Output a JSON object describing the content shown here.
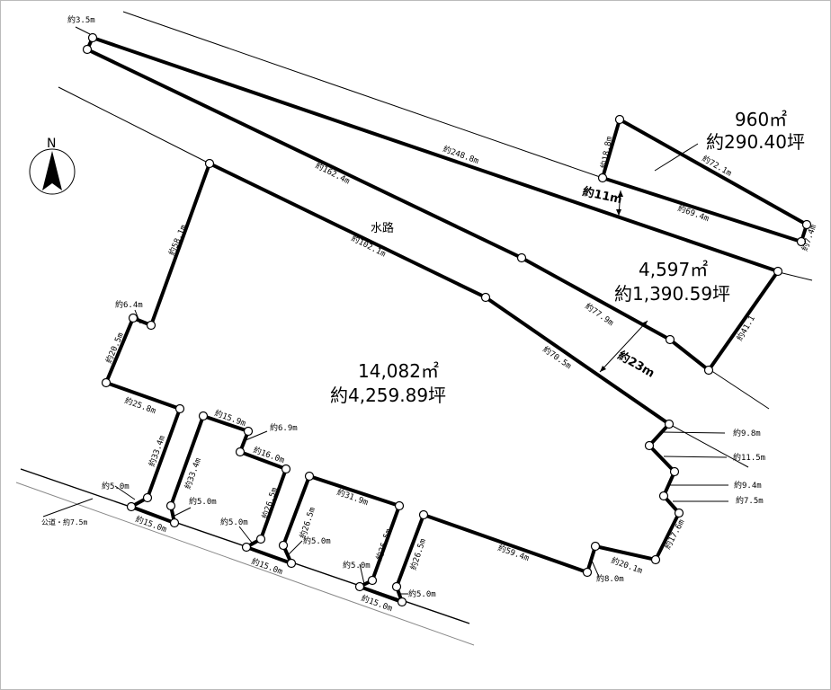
{
  "compass": {
    "label": "N",
    "icon": "north-arrow-icon"
  },
  "waterway_label": "水路",
  "road_label": "公道・約7.5m",
  "parcels": [
    {
      "area_m2": "960㎡",
      "area_tsubo": "約290.40坪"
    },
    {
      "area_m2": "4,597㎡",
      "area_tsubo": "約1,390.59坪"
    },
    {
      "area_m2": "14,082㎡",
      "area_tsubo": "約4,259.89坪"
    }
  ],
  "widths": {
    "strip": "約11m",
    "waterway": "約23m"
  },
  "edge_labels": [
    "約3.5m",
    "約248.8m",
    "約162.4m",
    "約102.1m",
    "約58.1m",
    "約6.4m",
    "約20.5m",
    "約25.8m",
    "約33.4m",
    "約15.9m",
    "約6.9m",
    "約16.0m",
    "約33.4m",
    "約5.0m",
    "約5.0m",
    "約26.5m",
    "約15.0m",
    "約5.0m",
    "約26.5m",
    "約31.9m",
    "約5.0m",
    "約15.0m",
    "約5.0m",
    "約26.5m",
    "約15.0m",
    "約5.0m",
    "約26.5m",
    "約59.4m",
    "約8.0m",
    "約20.1m",
    "約17.6m",
    "約9.8m",
    "約11.5m",
    "約9.4m",
    "約7.5m",
    "約70.5m",
    "約77.9m",
    "約41.1",
    "約18.8m",
    "約72.1m",
    "約69.4m",
    "約7.4m"
  ]
}
